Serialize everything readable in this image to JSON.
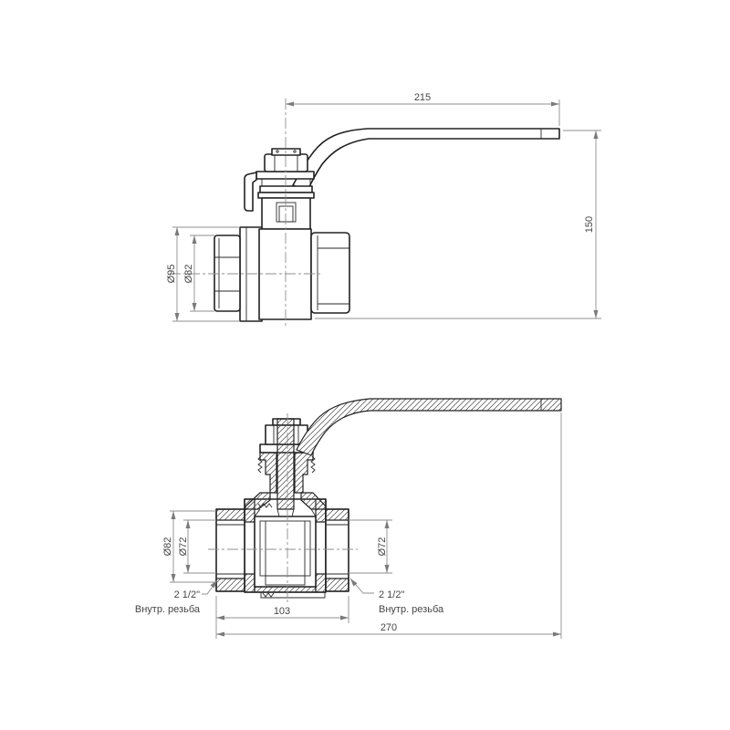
{
  "drawing": {
    "view_top": {
      "handle_length": "215",
      "overall_height": "150",
      "flange_diameter": "Ø95",
      "end_diameter": "Ø82"
    },
    "view_section": {
      "port_outer_diameter": "Ø82",
      "bore_diameter_left": "Ø72",
      "bore_diameter_right": "Ø72",
      "body_length": "103",
      "overall_length": "270",
      "thread_left": {
        "size": "2 1/2\"",
        "type": "Внутр. резьба"
      },
      "thread_right": {
        "size": "2 1/2\"",
        "type": "Внутр. резьба"
      }
    },
    "colors": {
      "object_line": "#222222",
      "dimension_line": "#8f8f8f",
      "text": "#454545",
      "background": "#ffffff"
    }
  }
}
